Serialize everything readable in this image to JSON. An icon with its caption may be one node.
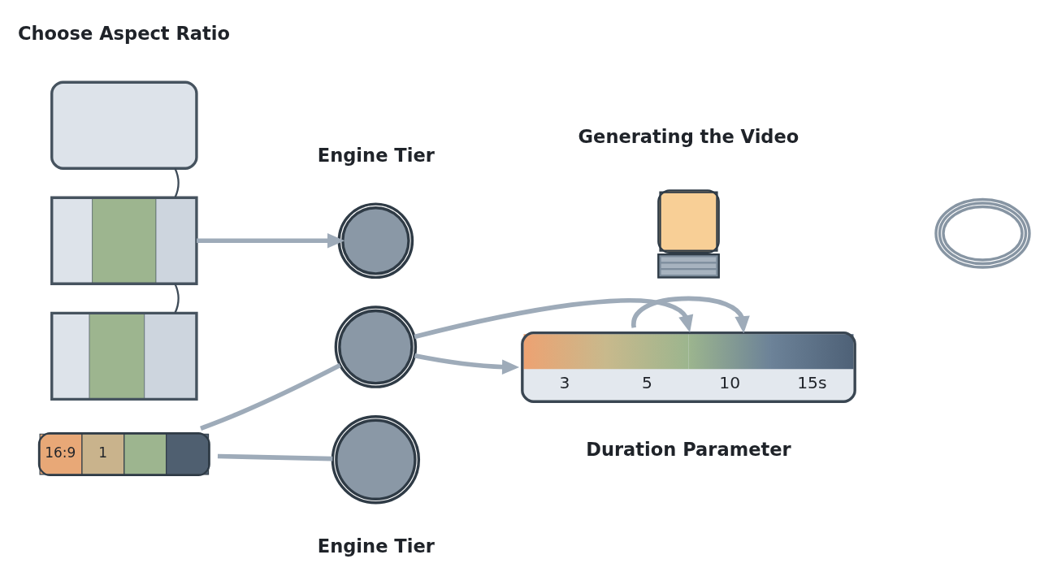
{
  "diagram": {
    "nodes": [
      {
        "text": [],
        "shape": "box"
      },
      {
        "text": [],
        "shape": "box"
      },
      {
        "text": [],
        "shape": "box"
      },
      {
        "text": [
          "16:9",
          "1"
        ]
      },
      {
        "text": [],
        "shape": "picture",
        "beside": [
          "Engine Tier"
        ]
      },
      {
        "text": [],
        "shape": "picture"
      },
      {
        "text": [],
        "shape": "picture",
        "beside": [
          "Engine Tier"
        ]
      },
      {
        "text": [
          "3",
          "5",
          "10",
          "15s"
        ],
        "beside": [
          "Duration Parameter"
        ]
      },
      {
        "text": [],
        "shape": "picture",
        "beside": [
          "Generating the Video"
        ]
      },
      {
        "text": [],
        "shape": "picture"
      }
    ],
    "edges": [
      {
        "from": 0,
        "to": 1,
        "arrow": "none",
        "color": "#3d4a57"
      },
      {
        "from": 1,
        "to": 2,
        "arrow": "none",
        "color": "#3d4a57"
      },
      {
        "from": 1,
        "to": 4,
        "arrow": "to"
      },
      {
        "from": 3,
        "to": 5,
        "arrow": "none"
      },
      {
        "from": 3,
        "to": 6,
        "arrow": "none"
      },
      {
        "from": 5,
        "to": 7,
        "arrow": "to"
      },
      {
        "from": 5,
        "to": 7,
        "arrow": "to"
      },
      {
        "from": 7,
        "to": 7,
        "arrow": "to"
      }
    ],
    "labels": [
      "Choose Aspect Ratio"
    ]
  }
}
